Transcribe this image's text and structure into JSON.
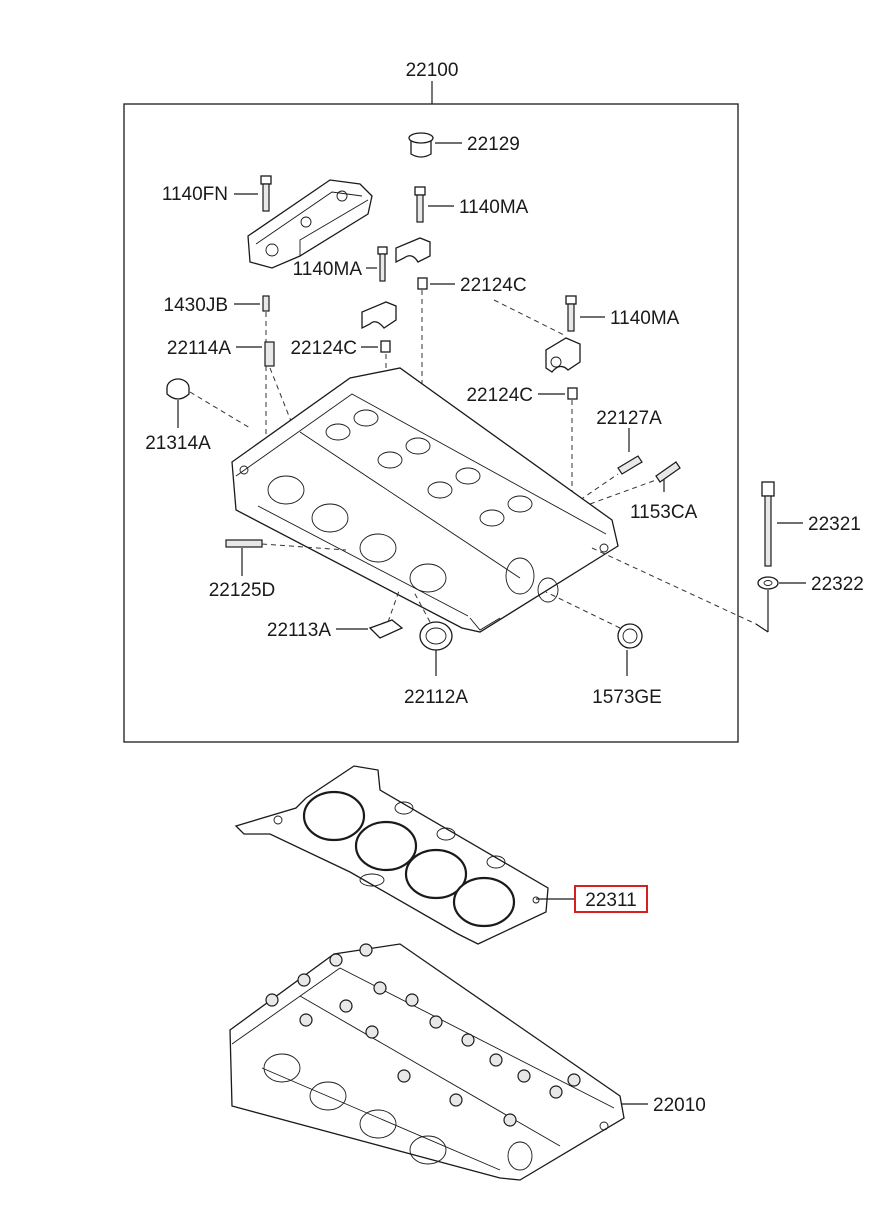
{
  "labels": {
    "assembly": "22100",
    "plug": "22129",
    "bolt_fn": "1140FN",
    "bolt_ma_1": "1140MA",
    "bolt_ma_2": "1140MA",
    "bolt_ma_3": "1140MA",
    "pin_jb": "1430JB",
    "dowel_c_1": "22124C",
    "dowel_c_2": "22124C",
    "dowel_c_3": "22124C",
    "dowel_a": "22114A",
    "cap": "21314A",
    "stud_127a": "22127A",
    "stud_1153ca": "1153CA",
    "stud_125d": "22125D",
    "gasket_113a": "22113A",
    "seal_112a": "22112A",
    "seal_1573ge": "1573GE",
    "head_bolt": "22321",
    "washer": "22322",
    "head_gasket": "22311",
    "head_assembly": "22010"
  },
  "highlight": {
    "part_number": "22311",
    "color": "#d42020"
  }
}
